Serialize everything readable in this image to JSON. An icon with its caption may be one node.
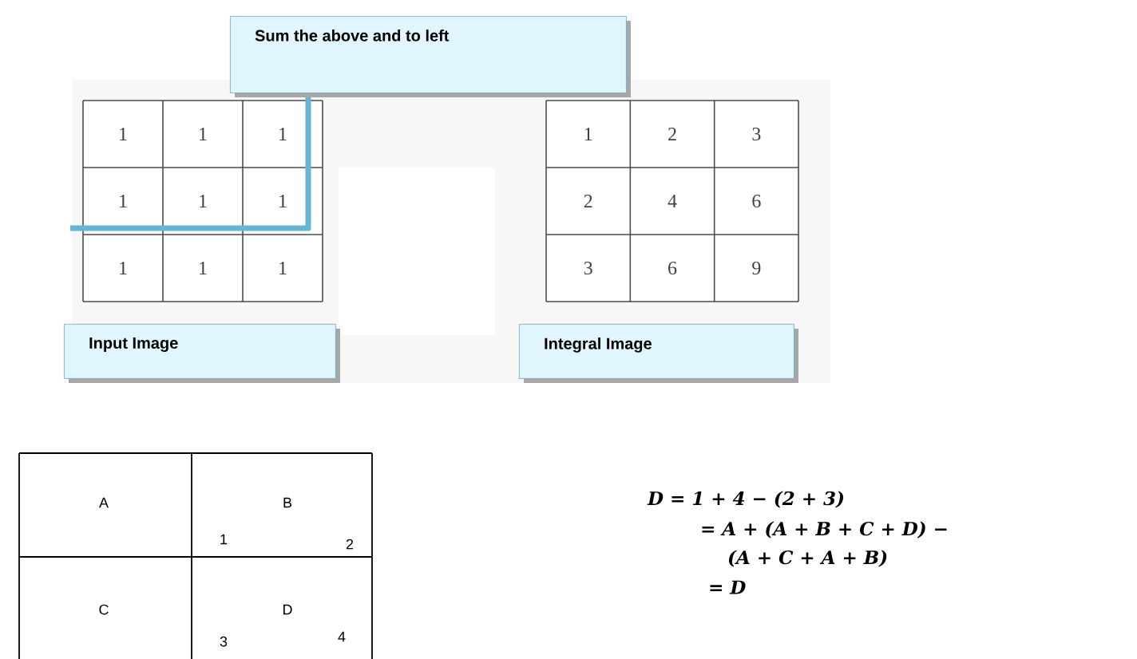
{
  "diagram": {
    "nodes": [
      {
        "text": [
          "Sum the above and to left"
        ]
      },
      {
        "text": [
          "Input Image"
        ]
      },
      {
        "text": [
          "Integral Image"
        ]
      }
    ],
    "edges": [],
    "labels": [
      "1",
      "1",
      "1",
      "1",
      "1",
      "1",
      "1",
      "1",
      "1",
      "1",
      "2",
      "3",
      "2",
      "4",
      "6",
      "3",
      "6",
      "9",
      "A",
      "B",
      "1",
      "2",
      "C",
      "D",
      "3",
      "4",
      "D = 1 + 4 − (2 + 3)",
      "= A + (A + B + C + D) −",
      "(A + C + A + B)",
      "= D"
    ]
  }
}
